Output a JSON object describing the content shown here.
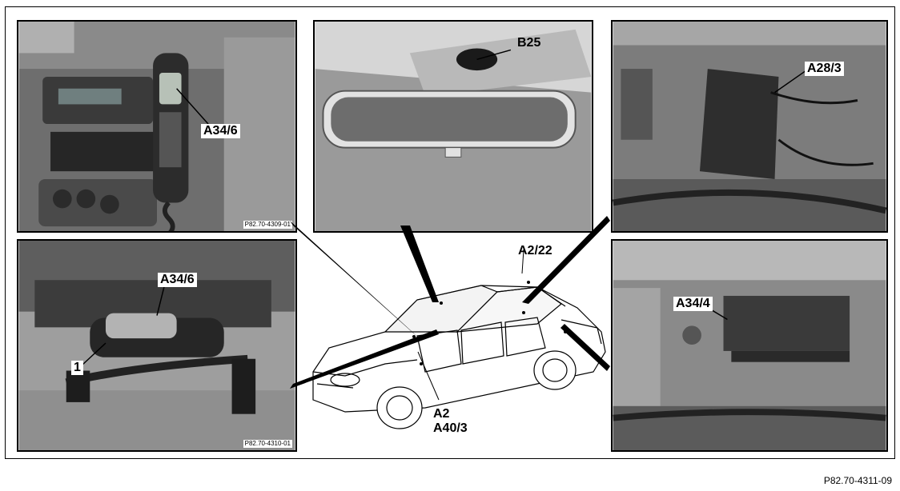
{
  "figure_number": "P82.70-4311-09",
  "panels": {
    "dashboard": {
      "callout": "A34/6",
      "ref": "P82.70-4309-01"
    },
    "mirror": {
      "callout": "B25"
    },
    "rear_module": {
      "callout": "A28/3"
    },
    "armrest": {
      "callouts": [
        "A34/6",
        "1"
      ],
      "ref": "P82.70-4310-01"
    },
    "trunk_module": {
      "callout": "A34/4"
    }
  },
  "car": {
    "labels": [
      "A2/22",
      "A2",
      "A40/3"
    ]
  }
}
